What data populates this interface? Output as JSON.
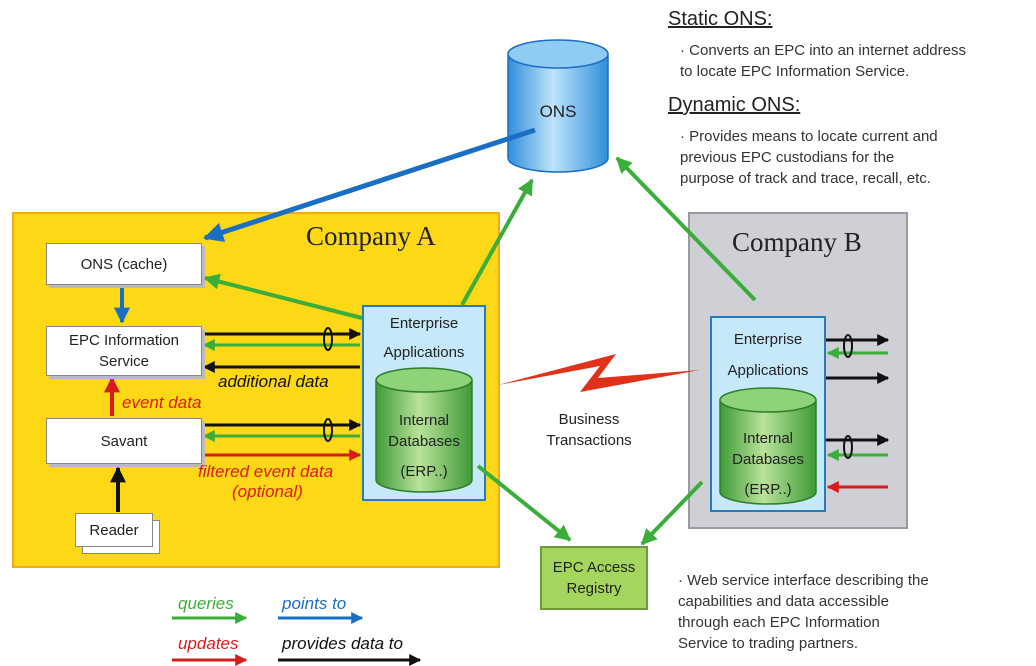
{
  "static_ons": {
    "title": "Static ONS:",
    "desc_1": "· Converts an EPC into an internet address",
    "desc_2": "to locate EPC Information Service."
  },
  "dynamic_ons": {
    "title": "Dynamic ONS:",
    "desc_1": "· Provides means to locate current and",
    "desc_2": "previous EPC custodians for the",
    "desc_3": "purpose of track and trace, recall, etc."
  },
  "ons": {
    "label": "ONS"
  },
  "company_a": {
    "title": "Company A",
    "ons_cache": "ONS (cache)",
    "epc_is_1": "EPC Information",
    "epc_is_2": "Service",
    "savant": "Savant",
    "reader": "Reader",
    "enterprise_1": "Enterprise",
    "enterprise_2": "Applications",
    "db_1": "Internal",
    "db_2": "Databases",
    "db_3": "(ERP..)",
    "additional_data": "additional data",
    "event_data": "event data",
    "filtered_1": "filtered event data",
    "filtered_2": "(optional)"
  },
  "company_b": {
    "title": "Company B",
    "enterprise_1": "Enterprise",
    "enterprise_2": "Applications",
    "db_1": "Internal",
    "db_2": "Databases",
    "db_3": "(ERP..)"
  },
  "business_transactions": {
    "line_1": "Business",
    "line_2": "Transactions"
  },
  "epc_access_registry": {
    "line_1": "EPC Access",
    "line_2": "Registry"
  },
  "registry_note": {
    "line_1": "· Web service interface describing the",
    "line_2": "capabilities and data accessible",
    "line_3": "through each EPC Information",
    "line_4": "Service to trading partners."
  },
  "legend": {
    "queries": "queries",
    "points_to": "points to",
    "updates": "updates",
    "provides_data_to": "provides data to"
  },
  "colors": {
    "company_a_fill": "#fdd817",
    "company_a_border": "#f4a81a",
    "company_b_fill": "#cfcfd6",
    "company_b_border": "#9a9aa3",
    "enterprise_fill": "#c6e9fa",
    "enterprise_border": "#2a7ac0",
    "registry_fill": "#a4d65e",
    "queries": "#3aad3a",
    "points_to": "#1a6fc4",
    "updates": "#d81c1c",
    "provides_data_to": "#111111"
  }
}
